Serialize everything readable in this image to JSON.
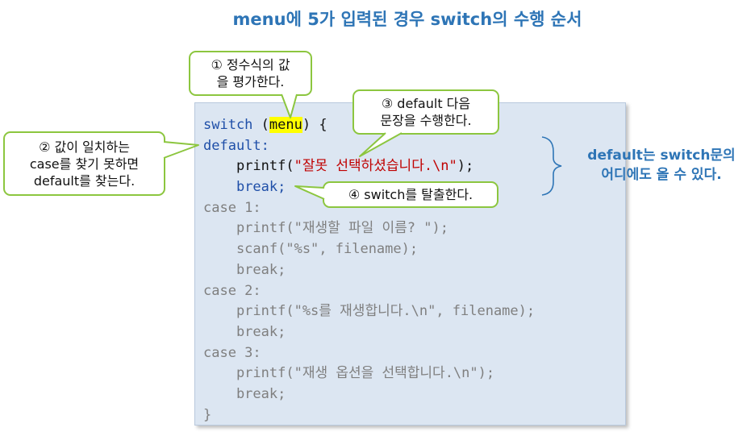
{
  "title": "menu에 5가 입력된 경우 switch의 수행 순서",
  "code": {
    "line1": {
      "kw": "switch",
      "mid": " (",
      "hl": "menu",
      "end": ") {"
    },
    "line2": "default:",
    "line3": {
      "indent": "    ",
      "func": "printf(",
      "str": "\"잘못 선택하셨습니다.\\n\"",
      "end": ");"
    },
    "line4": {
      "indent": "    ",
      "text": "break;"
    },
    "line5": "case 1:",
    "line6": "    printf(\"재생할 파일 이름? \");",
    "line7": "    scanf(\"%s\", filename);",
    "line8": "    break;",
    "line9": "case 2:",
    "line10": "    printf(\"%s를 재생합니다.\\n\", filename);",
    "line11": "    break;",
    "line12": "case 3:",
    "line13": "    printf(\"재생 옵션을 선택합니다.\\n\");",
    "line14": "    break;",
    "line15": "}"
  },
  "callouts": {
    "c1": [
      "① 정수식의 값",
      "을 평가한다."
    ],
    "c2": [
      "② 값이 일치하는",
      "case를 찾기 못하면",
      "default를 찾는다."
    ],
    "c3": [
      "③ default 다음",
      "문장을 수행한다."
    ],
    "c4": [
      "④ switch를 탈출한다."
    ]
  },
  "side_note": [
    "default는 switch문의",
    "어디에도 올 수 있다."
  ],
  "colors": {
    "accent": "#2e75b6",
    "callout_border": "#8cc63f",
    "code_bg": "#dce6f2",
    "string": "#c00000",
    "highlight": "#ffff00"
  }
}
